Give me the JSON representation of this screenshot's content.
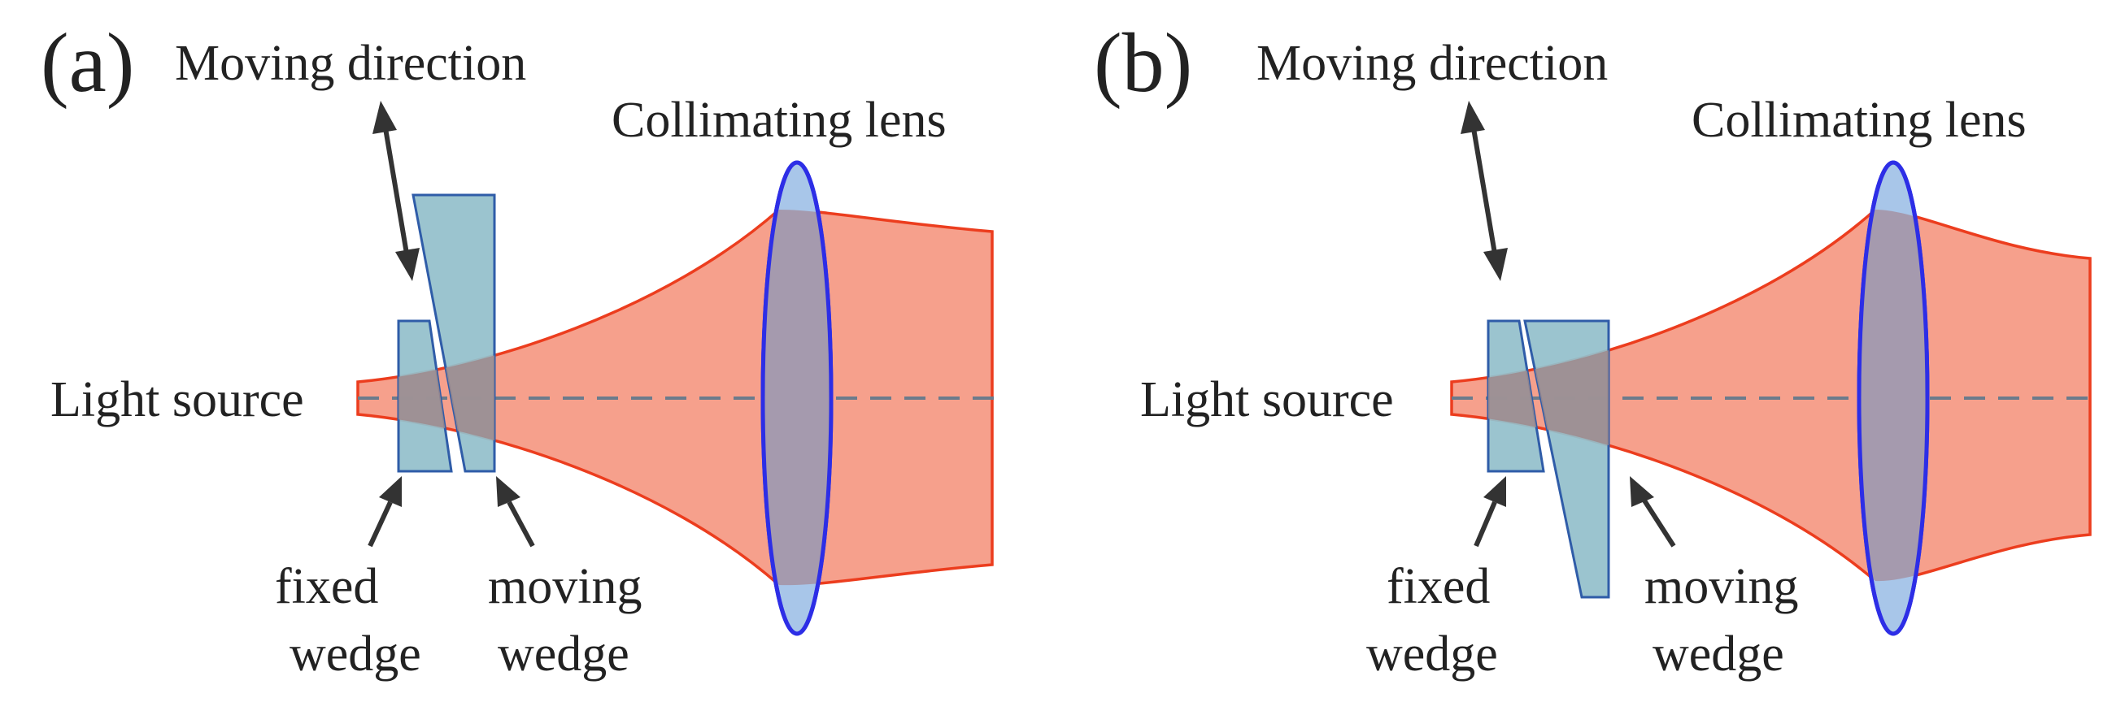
{
  "panels": [
    {
      "letter": "(a)",
      "moving_direction": "Moving direction",
      "lens_label": "Collimating lens",
      "source_label": "Light source",
      "fixed_wedge_line1": "fixed",
      "fixed_wedge_line2": "wedge",
      "moving_wedge_line1": "moving",
      "moving_wedge_line2": "wedge"
    },
    {
      "letter": "(b)",
      "moving_direction": "Moving direction",
      "lens_label": "Collimating lens",
      "source_label": "Light source",
      "fixed_wedge_line1": "fixed",
      "fixed_wedge_line2": "wedge",
      "moving_wedge_line1": "moving",
      "moving_wedge_line2": "wedge"
    }
  ],
  "colors": {
    "beam_fill": "#f6a08c",
    "beam_edge": "#ec3d1e",
    "wedge_fill": "#93bfcb",
    "lens_fill": "#a8c6e9",
    "lens_edge": "#2d2ee6",
    "axis": "#6b7b8c"
  }
}
